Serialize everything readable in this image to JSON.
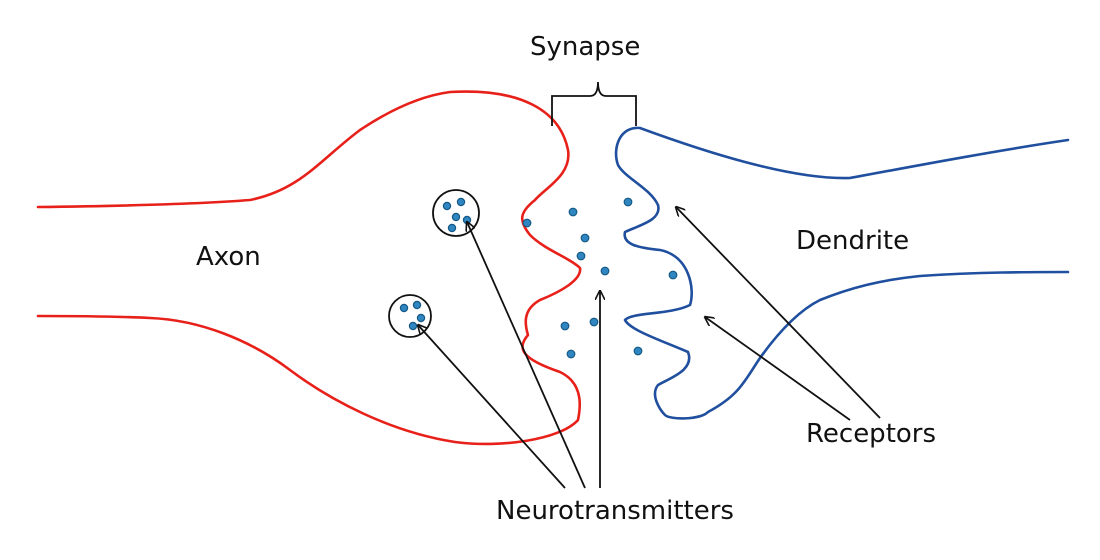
{
  "labels": {
    "synapse": "Synapse",
    "axon": "Axon",
    "dendrite": "Dendrite",
    "receptors": "Receptors",
    "neurotransmitters": "Neurotransmitters"
  },
  "colors": {
    "axon": "#e8201a",
    "dendrite": "#1f4f9e",
    "neurotransmitter_fill": "#2f86c0",
    "neurotransmitter_stroke": "#155a86",
    "ink": "#111111"
  }
}
